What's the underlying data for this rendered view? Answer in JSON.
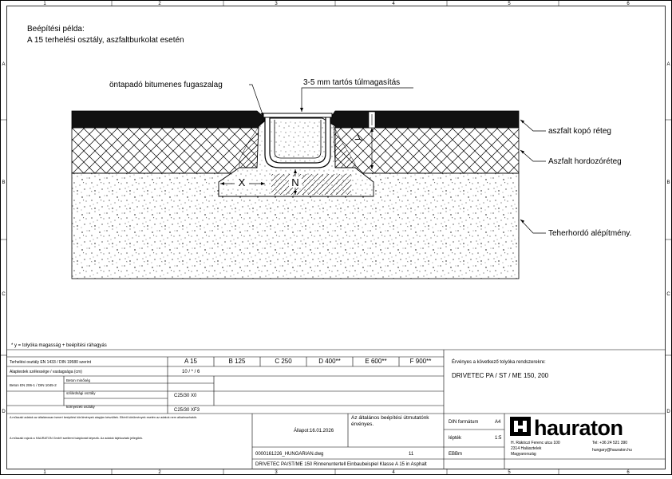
{
  "frame": {
    "cols": [
      "1",
      "2",
      "3",
      "4",
      "5",
      "6"
    ],
    "rows": [
      "A",
      "B",
      "C",
      "D"
    ]
  },
  "drawing": {
    "title_line1": "Beépítési példa:",
    "title_line2": "A 15 terhelési osztály, aszfaltburkolat esetén",
    "callout_joint": "öntapadó bitumenes fugaszalag",
    "callout_height": "3-5 mm tartós túlmagasítás",
    "callout_wear": "aszfalt kopó réteg",
    "callout_base": "Aszfalt hordozóréteg",
    "callout_subbase": "Teherhordó alépítmény.",
    "dim_x": "X",
    "dim_n": "N",
    "dim_y": "Y",
    "footnote": "* y = tolyóka magasság + beépítési ráhagyás"
  },
  "table": {
    "load_label": "Terhelési osztály EN 1433 / DIN 19580 szerint",
    "classes": [
      "A 15",
      "B 125",
      "C 250",
      "D 400**",
      "E 600**",
      "F 900**"
    ],
    "dims_label": "Alaptestek szélessége / vastagsága (cm)",
    "dims_value": "10 / * / 6",
    "concrete_label": "Beton minőség",
    "concrete_sub1": "szilárdsági osztály",
    "concrete_sub2": "környezeti osztály",
    "concrete_left": "Beton EN 206-1 / DIN 1045-2",
    "concrete_val1": "C25/30 X0",
    "concrete_val2": "C25/30 XF3",
    "applies_label": "Érvényes a következő tolyóka rendszerekre:",
    "applies_value": "DRIVETEC PA / ST / ME 150, 200",
    "note1": "A műszaki adatok az általánosan ismert beépítési körülmények alapján készültek. Eltérő körülmények esetén az adatok nem alkalmazhatók.",
    "note2": "A műszaki rajzok a HAURATON GmbH szellemi tulajdonát képezik. Az adatok tájékoztató jellegűek.",
    "general_note": "Az általános beépítési útmutatónk érvényes.",
    "status_label": "Állapot:",
    "date": "16.01.2026",
    "file": "0000161226_HUNGARIAN.dwg",
    "sheet": "11",
    "format_label": "DIN formátum",
    "format_value": "A4",
    "scale_label": "lépték",
    "scale_value": "1:5",
    "drawn": "EBBm",
    "brand": "hauraton",
    "address1": "H. Rákóczi Ferenc utca 100",
    "address2": "2314 Halásztelek",
    "address3": "Magyarország",
    "phone": "Tel: +36 24 521 390",
    "email": "hungary@hauraton.hu",
    "caption": "DRIVETEC PA/ST/ME 150 Rinnenuntertell Einbaubeispiel Klasse A 15 in Asphalt"
  }
}
